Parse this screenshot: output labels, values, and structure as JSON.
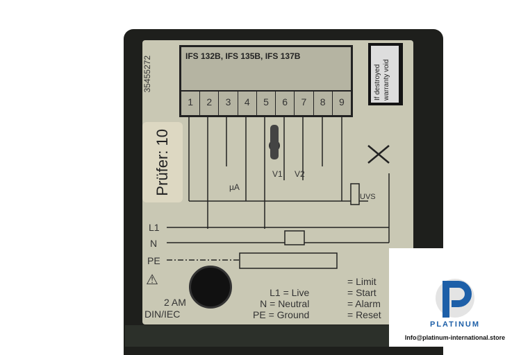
{
  "device": {
    "models": "IFS 132B, IFS 135B, IFS 137B",
    "serial": "35455272",
    "terminals": [
      "1",
      "2",
      "3",
      "4",
      "5",
      "6",
      "7",
      "8",
      "9"
    ],
    "inspector_label": "Prüfer: 10",
    "warranty_sticker": "If destroyed warranty void",
    "wire_labels": {
      "l1": "L1",
      "n": "N",
      "pe": "PE",
      "v1": "V1",
      "v2": "V2",
      "uvs": "UVS",
      "ua": "µA"
    },
    "fuse_rating": "2 AM",
    "fuse_standard": "DIN/IEC",
    "legend_left": [
      "L1 = Live",
      "N = Neutral",
      "PE = Ground"
    ],
    "legend_right": [
      "= Limit",
      "= Start",
      "= Alarm",
      "= Reset"
    ]
  },
  "logo": {
    "brand": "PLATINUM",
    "email": "Info@platinum-international.store",
    "color": "#1d5fa8"
  }
}
